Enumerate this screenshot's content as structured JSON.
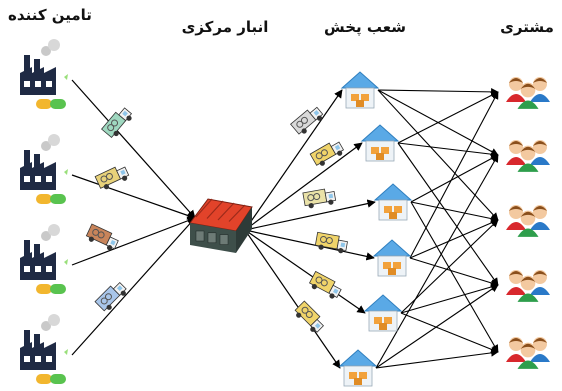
{
  "headers": {
    "supplier": "تامین کننده",
    "warehouse": "انبار مرکزی",
    "branches": "شعب پخش",
    "customer": "مشتری"
  },
  "nodes": {
    "suppliers": 4,
    "warehouse": 1,
    "branches": 6,
    "customers": 5
  },
  "icons": {
    "supplier": "factory-icon",
    "warehouse": "warehouse-icon",
    "branch": "house-icon",
    "customer": "people-group-icon",
    "link": "delivery-truck-icon"
  },
  "colors": {
    "arrow": "#000000",
    "factory": "#1f2a44",
    "warehouse_roof": "#e2432a",
    "warehouse_body": "#3e4f4a",
    "house_roof": "#5aa9e6",
    "house_box": "#f2a23c",
    "person_red": "#d8282d",
    "person_green": "#2e9e4c",
    "person_blue": "#2a79c8",
    "skin": "#f3c9a0",
    "hair": "#8a4f1c"
  }
}
